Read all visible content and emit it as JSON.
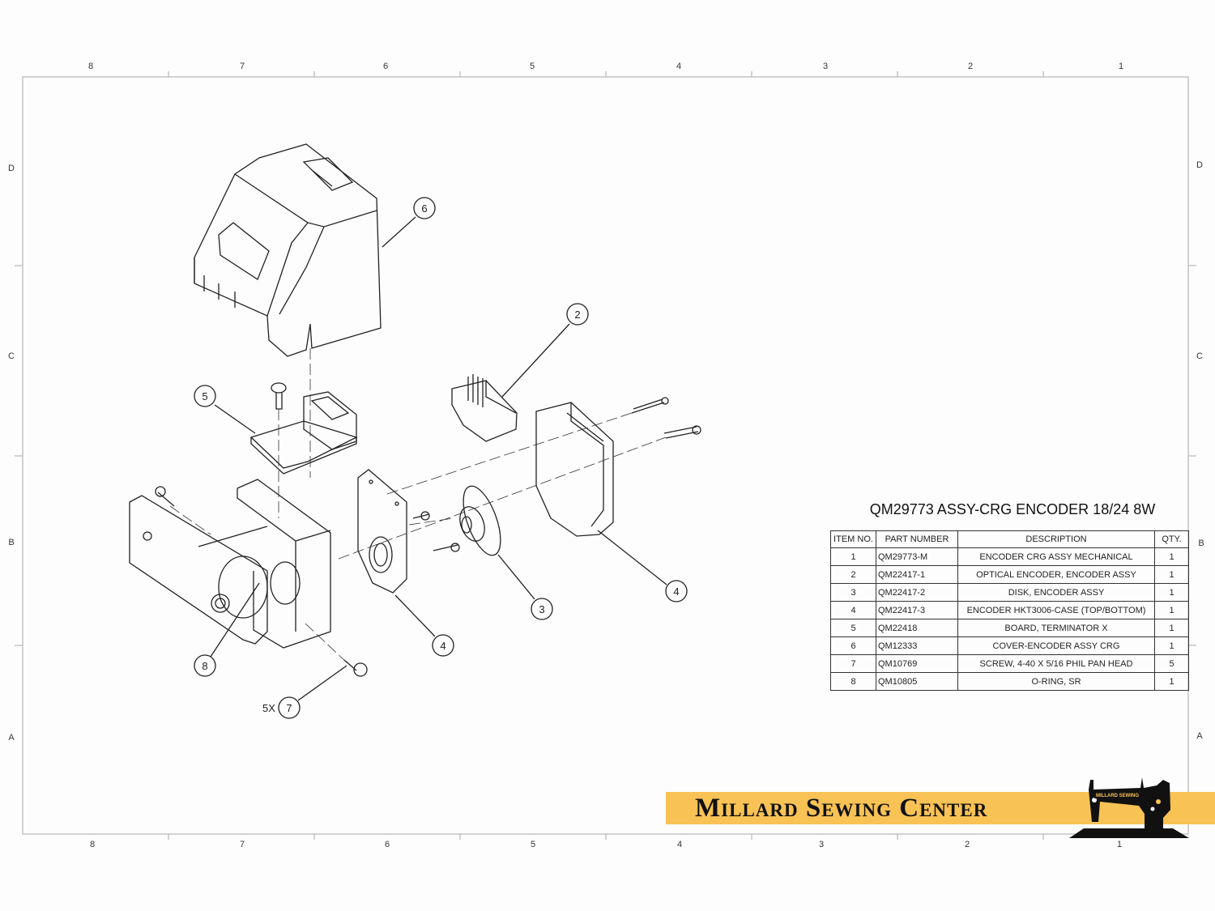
{
  "border": {
    "columns_top": [
      "8",
      "7",
      "6",
      "5",
      "4",
      "3",
      "2",
      "1"
    ],
    "columns_bottom": [
      "8",
      "7",
      "6",
      "5",
      "4",
      "3",
      "2",
      "1"
    ],
    "rows_left": [
      "D",
      "C",
      "B",
      "A"
    ],
    "rows_right": [
      "D",
      "C",
      "B",
      "A"
    ]
  },
  "callouts": {
    "c6": "6",
    "c2": "2",
    "c5": "5",
    "c3": "3",
    "c4a": "4",
    "c4b": "4",
    "c8": "8",
    "c7": "7",
    "c7_qty": "5X"
  },
  "bom": {
    "title": "QM29773  ASSY-CRG ENCODER 18/24 8W",
    "headers": [
      "ITEM NO.",
      "PART NUMBER",
      "DESCRIPTION",
      "QTY."
    ],
    "rows": [
      [
        "1",
        "QM29773-M",
        "ENCODER CRG ASSY MECHANICAL",
        "1"
      ],
      [
        "2",
        "QM22417-1",
        "OPTICAL ENCODER, ENCODER ASSY",
        "1"
      ],
      [
        "3",
        "QM22417-2",
        "DISK, ENCODER ASSY",
        "1"
      ],
      [
        "4",
        "QM22417-3",
        "ENCODER HKT3006-CASE (TOP/BOTTOM)",
        "1"
      ],
      [
        "5",
        "QM22418",
        "BOARD, TERMINATOR X",
        "1"
      ],
      [
        "6",
        "QM12333",
        "COVER-ENCODER ASSY CRG",
        "1"
      ],
      [
        "7",
        "QM10769",
        "SCREW, 4-40 X 5/16 PHIL PAN HEAD",
        "5"
      ],
      [
        "8",
        "QM10805",
        "O-RING, SR",
        "1"
      ]
    ]
  },
  "logo": {
    "brand": "Millard Sewing Center",
    "machine_text": "MILLARD SEWING",
    "accent": "#f9c255"
  }
}
